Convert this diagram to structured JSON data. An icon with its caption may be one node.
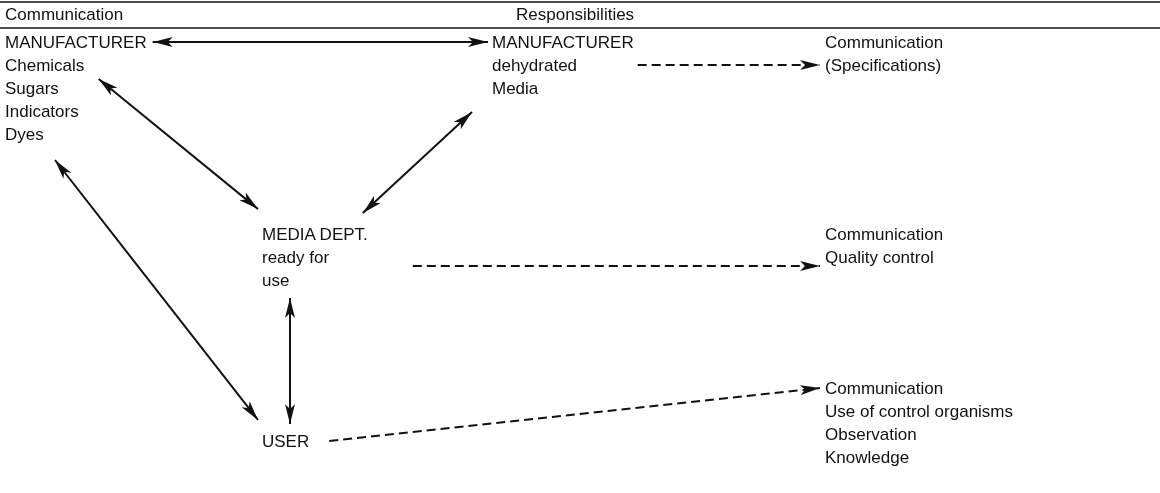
{
  "diagram": {
    "nodes": [
      {
        "text": [
          "MANUFACTURER",
          "Chemicals",
          "Sugars",
          "Indicators",
          "Dyes"
        ]
      },
      {
        "text": [
          "MANUFACTURER",
          "dehydrated",
          "Media"
        ]
      },
      {
        "text": [
          "Communication",
          "(Specifications)"
        ]
      },
      {
        "text": [
          "MEDIA DEPT.",
          "ready for",
          "use"
        ]
      },
      {
        "text": [
          "Communication",
          "Quality control"
        ]
      },
      {
        "text": [
          "USER"
        ]
      },
      {
        "text": [
          "Communication",
          "Use of control organisms",
          "Observation",
          "Knowledge"
        ]
      }
    ],
    "edges": [
      {
        "from": 0,
        "to": 1,
        "arrow": "both"
      },
      {
        "from": 1,
        "to": 2,
        "arrow": "to",
        "style": "dashed"
      },
      {
        "from": 0,
        "to": 3,
        "arrow": "both"
      },
      {
        "from": 1,
        "to": 3,
        "arrow": "both"
      },
      {
        "from": 0,
        "to": 5,
        "arrow": "both"
      },
      {
        "from": 3,
        "to": 5,
        "arrow": "both"
      },
      {
        "from": 3,
        "to": 4,
        "arrow": "to",
        "style": "dashed"
      },
      {
        "from": 5,
        "to": 6,
        "arrow": "to",
        "style": "dashed"
      }
    ],
    "labels": [
      "Communication",
      "Responsibilities"
    ]
  }
}
